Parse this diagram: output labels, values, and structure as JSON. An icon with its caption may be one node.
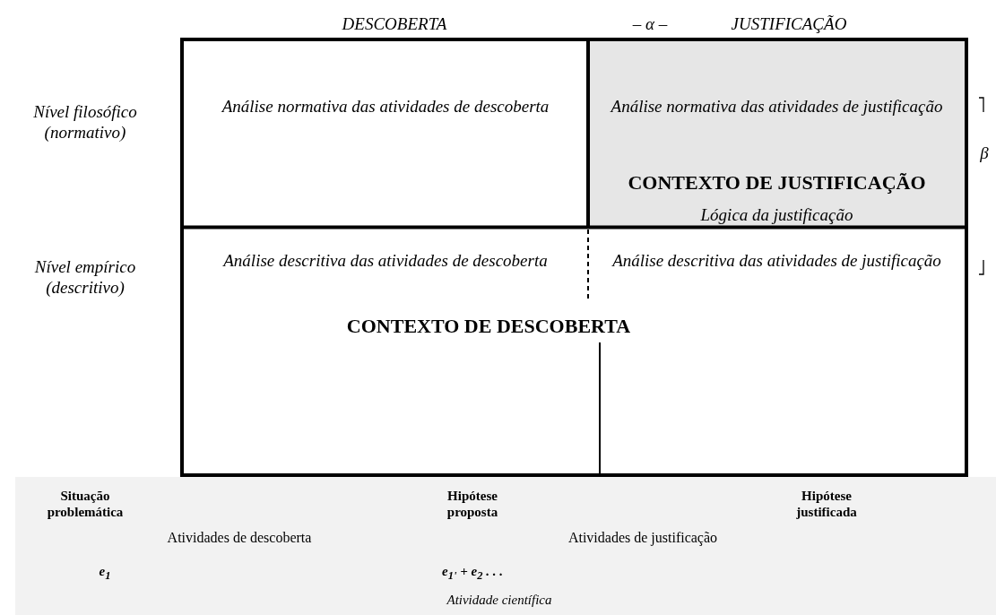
{
  "diagram": {
    "nodes": [
      {
        "text": [
          "Análise normativa das atividades de descoberta"
        ]
      },
      {
        "text": [
          "Análise normativa das atividades de justificação",
          "CONTEXTO DE JUSTIFICAÇÃO",
          "Lógica da justificação"
        ]
      },
      {
        "text": [
          "Análise descritiva das atividades de descoberta"
        ]
      },
      {
        "text": [
          "Análise descritiva das atividades de justificação"
        ]
      },
      {
        "text": [
          "Situação problemática",
          "Hipótese proposta",
          "Hipótese justificada",
          "Atividades de descoberta",
          "Atividades de justificação",
          "e$_{1}$",
          "e$_{1'}$ + e$_{2}$ . . .",
          "Atividade científica"
        ]
      }
    ],
    "edges": [],
    "labels": [
      "DESCOBERTA",
      "– α –",
      "JUSTIFICAÇÃO",
      "Nível filosófico (normativo)",
      "β",
      "Nível empírico (descritivo)",
      "CONTEXTO DE DESCOBERTA"
    ]
  }
}
